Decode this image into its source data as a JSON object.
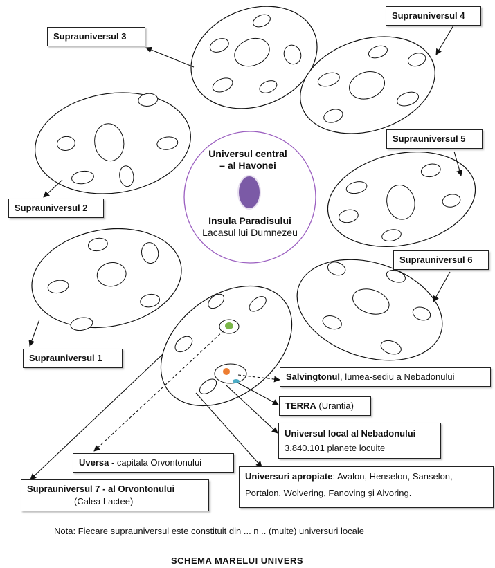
{
  "center": {
    "title_line1": "Universul central",
    "title_line2": "– al Havonei",
    "island": "Insula Paradisului",
    "island_sub": "Lacasul lui Dumnezeu",
    "island_color": "#7b5aa6",
    "circle_color": "#9b5fc0"
  },
  "labels": {
    "s1": "Suprauniversul 1",
    "s2": "Suprauniversul 2",
    "s3": "Suprauniversul 3",
    "s4": "Suprauniversul 4",
    "s5": "Suprauniversul 5",
    "s6": "Suprauniversul 6",
    "s7_title": "Suprauniversul 7 -  al Orvontonului",
    "s7_sub": "(Calea Lactee)",
    "salvington_bold": "Salvingtonul",
    "salvington_rest": ", lumea-sediu a Nebadonului",
    "terra_bold": "TERRA",
    "terra_rest": " (Urantia)",
    "nebadon_title": "Universul local al Nebadonului",
    "nebadon_sub": "3.840.101 planete locuite",
    "uversa_bold": "Uversa",
    "uversa_rest": "  - capitala Orvontonului",
    "apropiate_bold": "Universuri apropiate",
    "apropiate_rest1": ": Avalon, Henselon, Sanselon,",
    "apropiate_rest2": "Portalon, Wolvering, Fanoving şi Alvoring."
  },
  "markers": {
    "uversa_color": "#7ab648",
    "salvington_color": "#ed7d31",
    "terra_color": "#4bacc6"
  },
  "note": "Nota:  Fiecare suprauniversul este constituit din  ... n ..  (multe) universuri locale",
  "diagram_title": "SCHEMA   MARELUI    UNIVERS"
}
